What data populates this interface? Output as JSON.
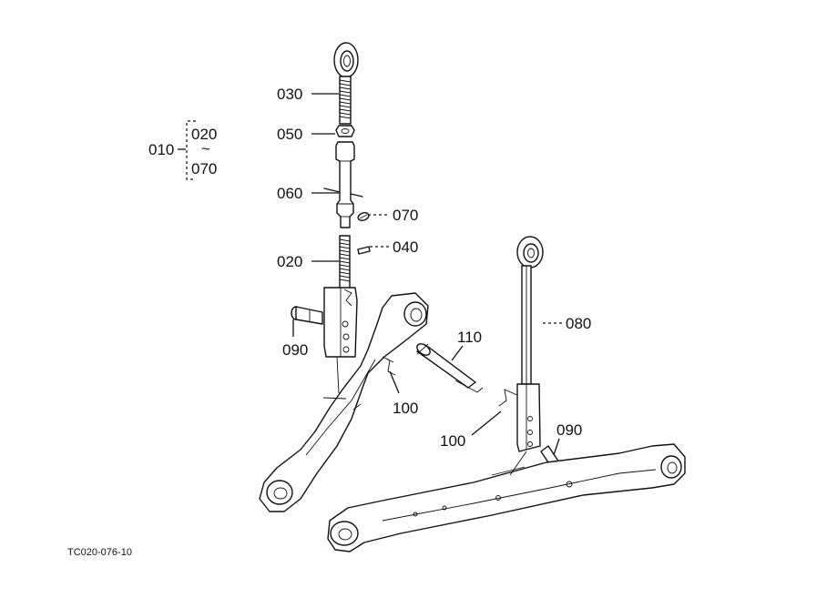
{
  "diagram": {
    "drawing_code": "TC020-076-10",
    "group": {
      "label": "010",
      "from": "020",
      "tilde": "~",
      "to": "070"
    },
    "callouts": {
      "c030": "030",
      "c050": "050",
      "c060": "060",
      "c070": "070",
      "c020": "020",
      "c040": "040",
      "c090_left": "090",
      "c100_left": "100",
      "c110": "110",
      "c080": "080",
      "c100_right": "100",
      "c090_right": "090"
    }
  }
}
